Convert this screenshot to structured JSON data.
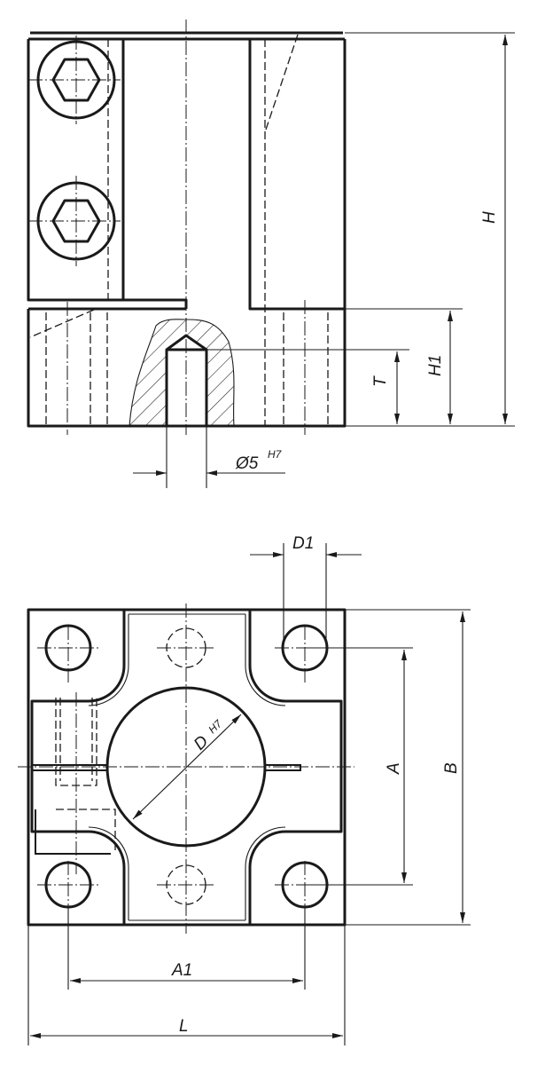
{
  "drawing": {
    "side_view": {
      "dimensions": {
        "height": "H",
        "height_base": "H1",
        "bore_depth": "T",
        "pin_bore": "Ø5",
        "pin_bore_tolerance": "H7"
      }
    },
    "top_view": {
      "dimensions": {
        "hole_diameter": "D1",
        "hole_spacing_vertical": "A",
        "width": "B",
        "hole_spacing_horizontal": "A1",
        "length": "L",
        "bore": "D",
        "bore_tolerance": "H7"
      }
    },
    "colors": {
      "line": "#1a1a1a",
      "background": "#ffffff"
    }
  }
}
